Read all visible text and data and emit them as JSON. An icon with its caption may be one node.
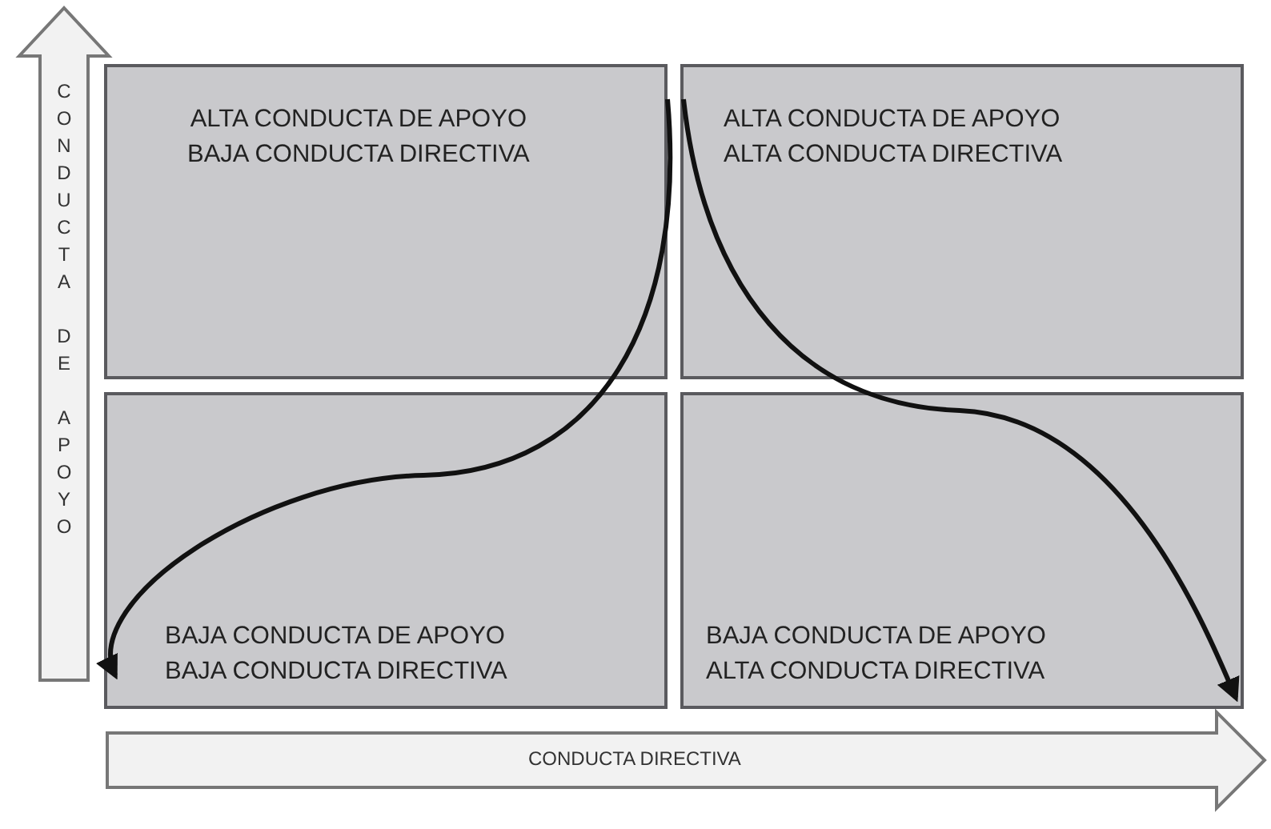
{
  "diagram": {
    "nodes": [
      {
        "text": [
          "ALTA CONDUCTA DE APOYO",
          "BAJA CONDUCTA DIRECTIVA"
        ]
      },
      {
        "text": [
          "ALTA CONDUCTA DE APOYO",
          "ALTA CONDUCTA DIRECTIVA"
        ]
      },
      {
        "text": [
          "BAJA CONDUCTA DE APOYO",
          "BAJA CONDUCTA DIRECTIVA"
        ]
      },
      {
        "text": [
          "BAJA CONDUCTA DE APOYO",
          "ALTA CONDUCTA DIRECTIVA"
        ]
      }
    ],
    "edges": [
      {
        "from": 0,
        "to": 2,
        "arrow": "to"
      },
      {
        "from": 1,
        "to": 3,
        "arrow": "to"
      }
    ],
    "labels": [
      "CONDUCTA DE APOYO",
      "CONDUCTA DIRECTIVA"
    ]
  }
}
